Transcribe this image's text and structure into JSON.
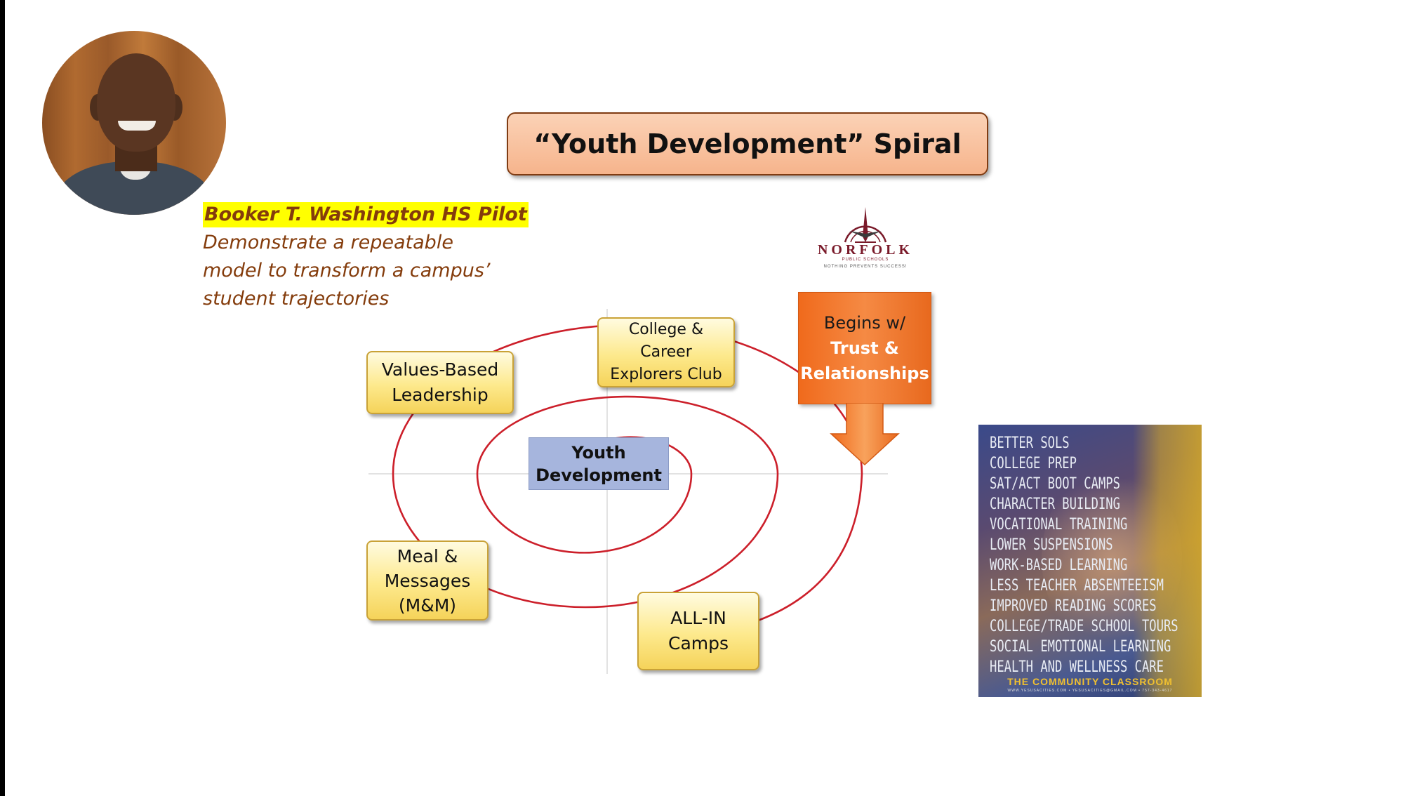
{
  "title": "“Youth Development” Spiral",
  "caption": {
    "highlight": "Booker T. Washington HS Pilot",
    "lines": [
      "Demonstrate a repeatable",
      "model to transform a campus’",
      "student trajectories"
    ]
  },
  "logo": {
    "name": "NORFOLK",
    "subtitle": "PUBLIC SCHOOLS",
    "tagline": "NOTHING PREVENTS SUCCESS!"
  },
  "center": {
    "lines": [
      "Youth",
      "Development"
    ]
  },
  "steps": [
    {
      "id": "values",
      "lines": [
        "Values-Based",
        "Leadership"
      ]
    },
    {
      "id": "college",
      "lines": [
        "College &",
        "Career",
        "Explorers Club"
      ]
    },
    {
      "id": "meal",
      "lines": [
        "Meal &",
        "Messages",
        "(M&M)"
      ]
    },
    {
      "id": "allin",
      "lines": [
        "ALL-IN",
        "Camps"
      ]
    }
  ],
  "arrow": {
    "line1": "Begins w/",
    "line2": "Trust &",
    "line3": "Relationships"
  },
  "poster": {
    "items": [
      "BETTER SOLS",
      "COLLEGE PREP",
      "SAT/ACT BOOT CAMPS",
      "CHARACTER BUILDING",
      "VOCATIONAL TRAINING",
      "LOWER SUSPENSIONS",
      "WORK-BASED LEARNING",
      "LESS TEACHER ABSENTEEISM",
      "IMPROVED READING SCORES",
      "COLLEGE/TRADE SCHOOL TOURS",
      "SOCIAL EMOTIONAL LEARNING",
      "HEALTH AND WELLNESS CARE"
    ],
    "footer": "THE COMMUNITY CLASSROOM",
    "contact": "WWW.YESUSACITIES.COM  •  YESUSACITIES@GMAIL.COM  •  757-343-4617"
  },
  "colors": {
    "spiral": "#cc1f2a",
    "accent_orange": "#f07a2e",
    "caption": "#843c0c",
    "highlight": "#ffff00"
  }
}
